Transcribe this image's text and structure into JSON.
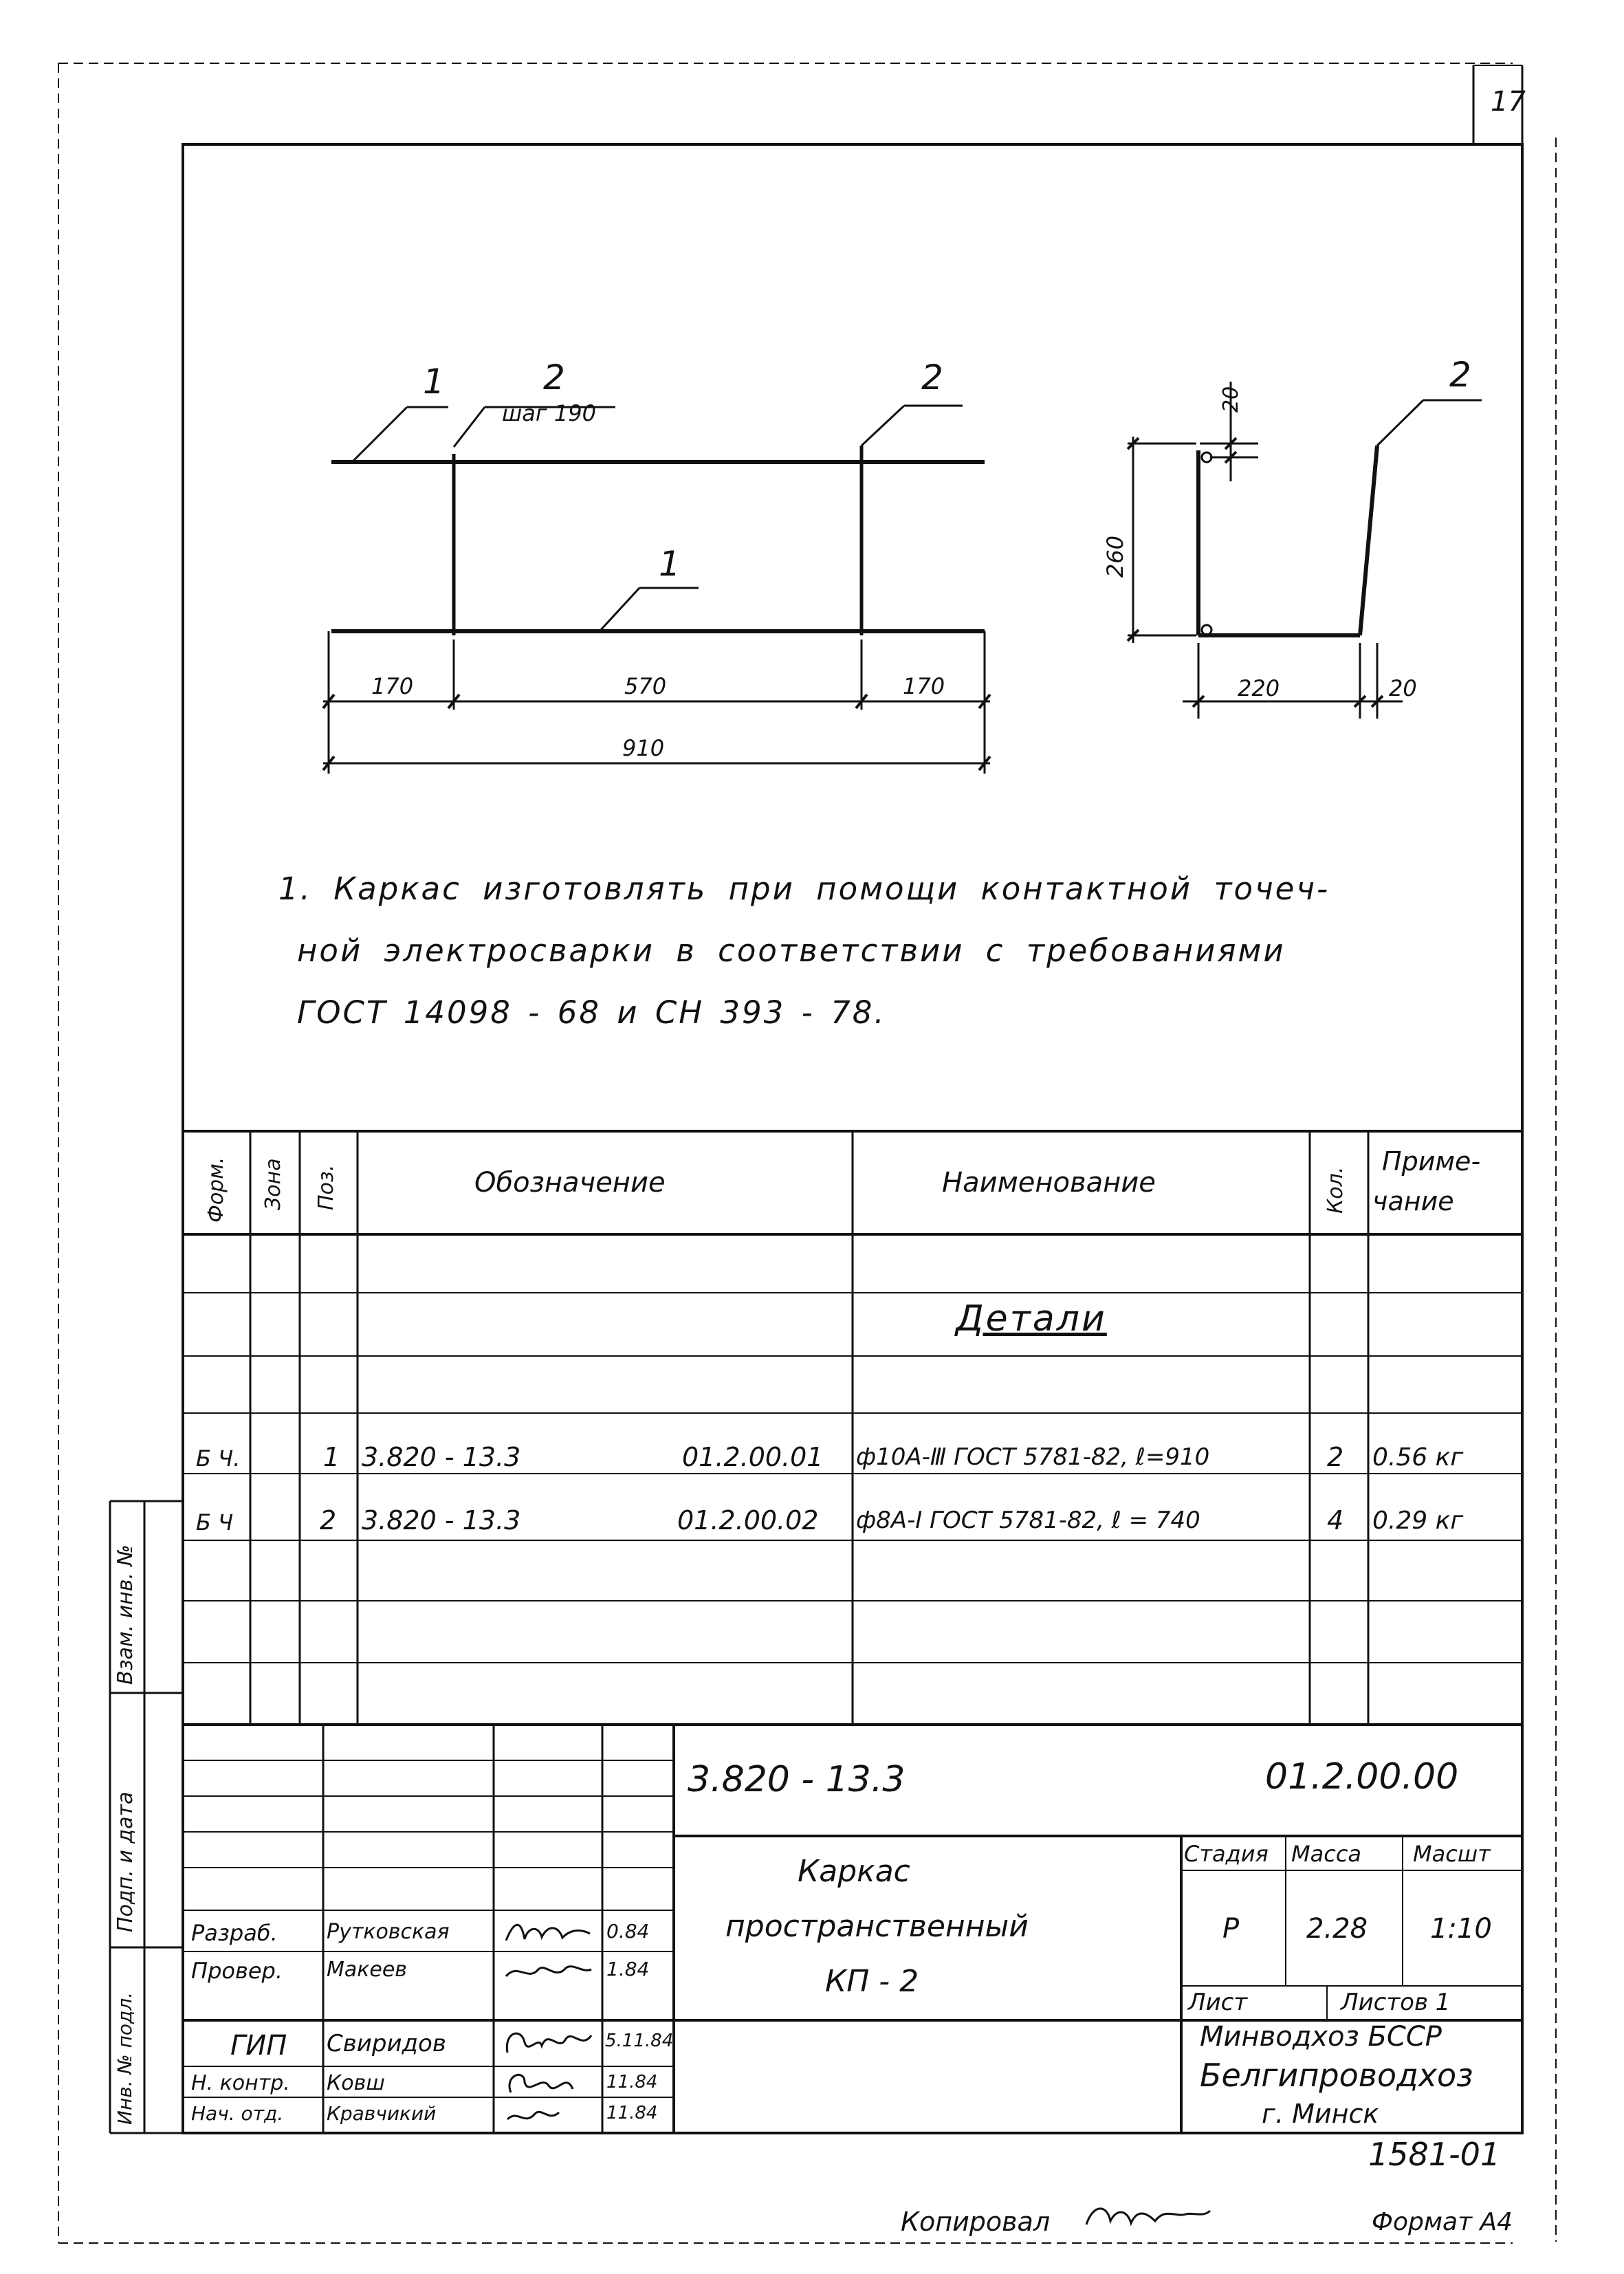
{
  "sheet_number": "17",
  "drawing": {
    "left_view": {
      "pos_1_top": "1",
      "pos_2_left": "2",
      "pitch_note": "шаг 190",
      "pos_2_right": "2",
      "pos_1_bottom": "1",
      "dim_170_left": "170",
      "dim_570": "570",
      "dim_170_right": "170",
      "dim_910": "910"
    },
    "right_view": {
      "pos_2": "2",
      "dim_20_top": "20",
      "dim_260": "260",
      "dim_220": "220",
      "dim_20_right": "20"
    }
  },
  "notes": {
    "line1": "1. Каркас изготовлять при помощи контактной точеч-",
    "line2": "ной электросварки в соответствии с требованиями",
    "line3": "ГОСТ 14098 - 68 и СН 393 - 78."
  },
  "spec_table": {
    "headers": {
      "format": "Форм.",
      "zone": "Зона",
      "pos": "Поз.",
      "designation": "Обозначение",
      "name": "Наименование",
      "qty": "Кол.",
      "note_line1": "Приме-",
      "note_line2": "чание"
    },
    "section_title": "Детали",
    "rows": [
      {
        "format": "Б Ч.",
        "pos": "1",
        "designation": "3.820 - 13.3",
        "code": "01.2.00.01",
        "name": "ф10А-Ⅲ ГОСТ 5781-82, ℓ=910",
        "qty": "2",
        "note": "0.56 кг"
      },
      {
        "format": "Б Ч",
        "pos": "2",
        "designation": "3.820 - 13.3",
        "code": "01.2.00.02",
        "name": "ф8А-I ГОСТ 5781-82, ℓ = 740",
        "qty": "4",
        "note": "0.29 кг"
      }
    ]
  },
  "side_stamp": {
    "inv_replace": "Взам. инв. №",
    "sign_date": "Подп. и дата",
    "inv_original": "Инв. № подл."
  },
  "title_block": {
    "doc_number": "3.820 - 13.3",
    "doc_code": "01.2.00.00",
    "title_line1": "Каркас",
    "title_line2": "пространственный",
    "title_line3": "КП - 2",
    "stage_label": "Стадия",
    "mass_label": "Масса",
    "scale_label": "Масшт",
    "stage_value": "Р",
    "mass_value": "2.28",
    "scale_value": "1:10",
    "sheet_label": "Лист",
    "sheets_label": "Листов 1",
    "org_line1": "Минводхоз БССР",
    "org_line2": "Белгипроводхоз",
    "org_line3": "г. Минск",
    "people": [
      {
        "role": "Разраб.",
        "name": "Рутковская",
        "date": "0.84"
      },
      {
        "role": "Провер.",
        "name": "Макеев",
        "date": "1.84"
      },
      {
        "role": "ГИП",
        "name": "Свиридов",
        "date": "5.11.84"
      },
      {
        "role": "Н. контр.",
        "name": "Ковш",
        "date": "11.84"
      },
      {
        "role": "Нач. отд.",
        "name": "Кравчикий",
        "date": "11.84"
      }
    ]
  },
  "archive_number": "1581-01",
  "copied_label": "Копировал",
  "format_label": "Формат А4"
}
